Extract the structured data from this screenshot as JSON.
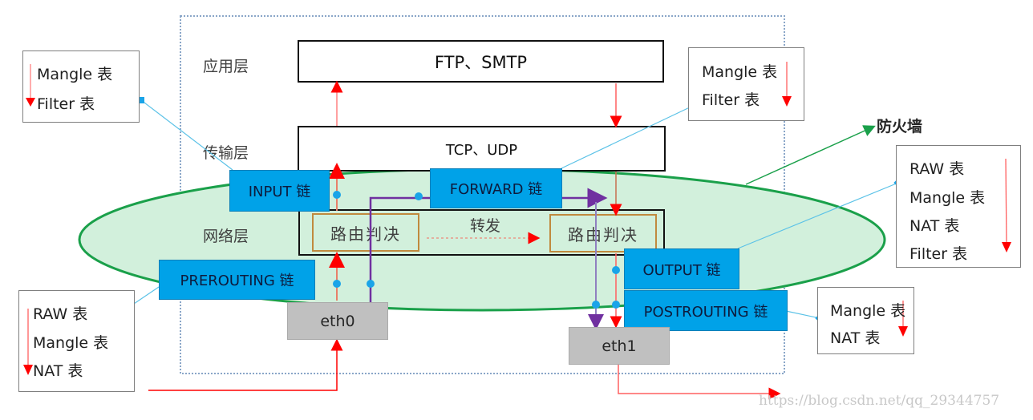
{
  "colors": {
    "chain_fill": "#00a2e8",
    "firewall_ellipse_fill": "#d2f0dc",
    "firewall_ellipse_stroke": "#1aa04a",
    "route_border": "#c08a3e",
    "packet_path_red": "#ff0000",
    "forward_path_purple": "#7030a0",
    "connector_blue": "#5bc2e7",
    "eth_fill": "#c0c0c0"
  },
  "layers": {
    "application": "应用层",
    "transport": "传输层",
    "network": "网络层"
  },
  "protocols": {
    "application": "FTP、SMTP",
    "transport": "TCP、UDP"
  },
  "routing": {
    "left": "路由判决",
    "right": "路由判决",
    "forward_label": "转发"
  },
  "firewall_label": "防火墙",
  "chains": {
    "input": "INPUT 链",
    "forward": "FORWARD 链",
    "prerouting": "PREROUTING 链",
    "output": "OUTPUT 链",
    "postrouting": "POSTROUTING 链"
  },
  "interfaces": {
    "in": "eth0",
    "out": "eth1"
  },
  "table_boxes": {
    "input": [
      "Mangle 表",
      "Filter 表"
    ],
    "forward": [
      "Mangle 表",
      "Filter 表"
    ],
    "output": [
      "RAW 表",
      "Mangle 表",
      "NAT 表",
      "Filter 表"
    ],
    "prerouting": [
      "RAW 表",
      "Mangle 表",
      "NAT 表"
    ],
    "postrouting": [
      "Mangle 表",
      "NAT 表"
    ]
  },
  "watermark": "https://blog.csdn.net/qq_29344757"
}
